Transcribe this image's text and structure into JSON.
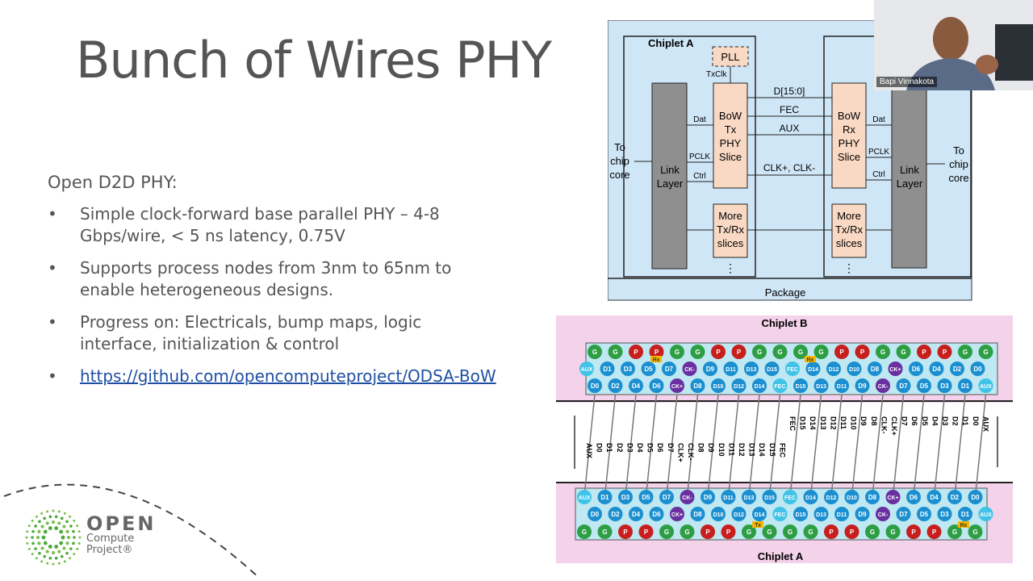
{
  "slide": {
    "title": "Bunch of Wires PHY",
    "intro": "Open D2D PHY:",
    "bullets": [
      "Simple clock-forward base parallel PHY – 4-8 Gbps/wire, < 5 ns latency, 0.75V",
      "Supports process nodes from 3nm to 65nm to enable heterogeneous designs.",
      "Progress on: Electricals, bump maps, logic interface, initialization & control"
    ],
    "link": "https://github.com/opencomputeproject/ODSA-BoW"
  },
  "logo": {
    "open": "OPEN",
    "line1": "Compute",
    "line2": "Project®"
  },
  "diagram": {
    "chiplet_a": "Chiplet A",
    "pll": "PLL",
    "txclk": "TxClk",
    "to_chip_core_left": [
      "To",
      "chip",
      "core"
    ],
    "to_chip_core_right": [
      "To",
      "chip",
      "core"
    ],
    "link_layer": [
      "Link",
      "Layer"
    ],
    "dat": "Dat",
    "pclk": "PCLK",
    "ctrl": "Ctrl",
    "tx_slice": [
      "BoW",
      "Tx",
      "PHY",
      "Slice"
    ],
    "rx_slice": [
      "BoW",
      "Rx",
      "PHY",
      "Slice"
    ],
    "more_slices": [
      "More",
      "Tx/Rx",
      "slices"
    ],
    "signals": [
      "D[15:0]",
      "FEC",
      "AUX",
      "CLK+, CLK-"
    ],
    "package": "Package"
  },
  "bumps": {
    "chiplet_b": "Chiplet B",
    "chiplet_a": "Chiplet A",
    "rx": "Rx",
    "tx": "Tx",
    "top_row1": [
      "G",
      "G",
      "P",
      "P",
      "G",
      "G",
      "P",
      "P",
      "G",
      "G",
      "G",
      "G",
      "P",
      "P",
      "G",
      "G",
      "P",
      "P",
      "G",
      "G"
    ],
    "top_row2": [
      "AUX",
      "D1",
      "D3",
      "D5",
      "D7",
      "CK-",
      "D9",
      "D11",
      "D13",
      "D15",
      "FEC",
      "D14",
      "D12",
      "D10",
      "D8",
      "CK+",
      "D6",
      "D4",
      "D2",
      "D0"
    ],
    "top_row3": [
      "D0",
      "D2",
      "D4",
      "D6",
      "CK+",
      "D8",
      "D10",
      "D12",
      "D14",
      "FEC",
      "D15",
      "D13",
      "D11",
      "D9",
      "CK-",
      "D7",
      "D5",
      "D3",
      "D1",
      "AUX"
    ],
    "wire_left": [
      "AUX",
      "D0",
      "D1",
      "D2",
      "D3",
      "D4",
      "D5",
      "D6",
      "D7",
      "CLK+",
      "CLK-",
      "D8",
      "D9",
      "D10",
      "D11",
      "D12",
      "D13",
      "D14",
      "D15",
      "FEC"
    ],
    "wire_right": [
      "FEC",
      "D15",
      "D14",
      "D13",
      "D12",
      "D11",
      "D10",
      "D9",
      "D8",
      "CLK-",
      "CLK+",
      "D7",
      "D6",
      "D5",
      "D4",
      "D3",
      "D2",
      "D1",
      "D0",
      "AUX"
    ],
    "bot_row1": [
      "AUX",
      "D1",
      "D3",
      "D5",
      "D7",
      "CK-",
      "D9",
      "D11",
      "D13",
      "D15",
      "FEC",
      "D14",
      "D12",
      "D10",
      "D8",
      "CK+",
      "D6",
      "D4",
      "D2",
      "D0"
    ],
    "bot_row2": [
      "D0",
      "D2",
      "D4",
      "D6",
      "CK+",
      "D8",
      "D10",
      "D12",
      "D14",
      "FEC",
      "D15",
      "D13",
      "D11",
      "D9",
      "CK-",
      "D7",
      "D5",
      "D3",
      "D1",
      "AUX"
    ],
    "bot_row3": [
      "G",
      "G",
      "P",
      "P",
      "G",
      "G",
      "P",
      "P",
      "G",
      "G",
      "G",
      "G",
      "P",
      "P",
      "G",
      "G",
      "P",
      "P",
      "G",
      "G"
    ]
  },
  "video": {
    "name": "Bapi Vinnakota"
  },
  "colors": {
    "green": "#2e9e44",
    "red": "#c81e1e",
    "blue": "#1b8fd0",
    "purple": "#6a2fa0",
    "cyan": "#41c3e8",
    "slice": "#f9d9c4",
    "grey": "#9a9a9a",
    "pink": "#f3d2ea",
    "bluebg": "#cfe6f7"
  }
}
